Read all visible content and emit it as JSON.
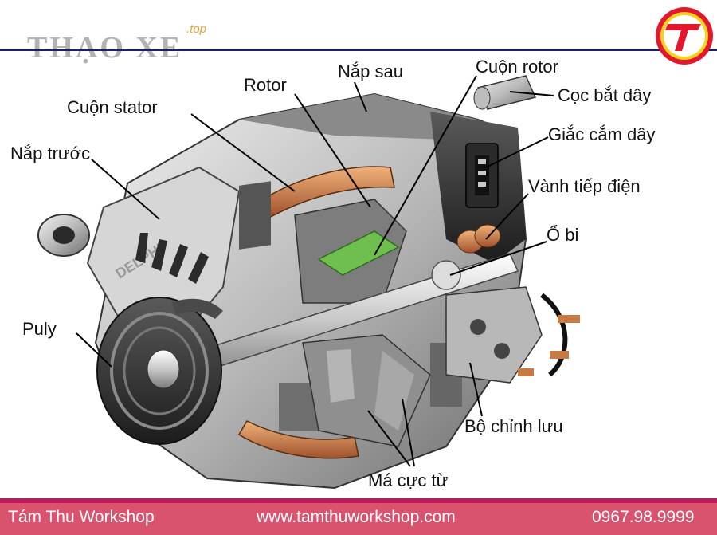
{
  "watermark": {
    "text": "THẠO XE",
    "suffix": ".top"
  },
  "brand_badge": {
    "icon": "tamthu-t-logo-icon",
    "colors": {
      "outer": "#e3172d",
      "ring": "#f6d21a",
      "letter": "#e3172d"
    }
  },
  "labels": {
    "cuon_stator": "Cuộn stator",
    "rotor": "Rotor",
    "nap_sau": "Nắp sau",
    "cuon_rotor": "Cuộn rotor",
    "coc_bat_day": "Cọc bắt dây",
    "giac_cam_day": "Giắc cắm dây",
    "nap_truoc": "Nắp trước",
    "vanh_tiep_dien": "Vành tiếp điện",
    "o_bi": "Ổ bi",
    "puly": "Puly",
    "bo_chinh_luu": "Bộ chỉnh lưu",
    "ma_cuc_tu": "Má cực từ"
  },
  "housing_brand": "DELPHI",
  "footer": {
    "left": "Tám Thu Workshop",
    "center": "www.tamthuworkshop.com",
    "right": "0967.98.9999"
  }
}
